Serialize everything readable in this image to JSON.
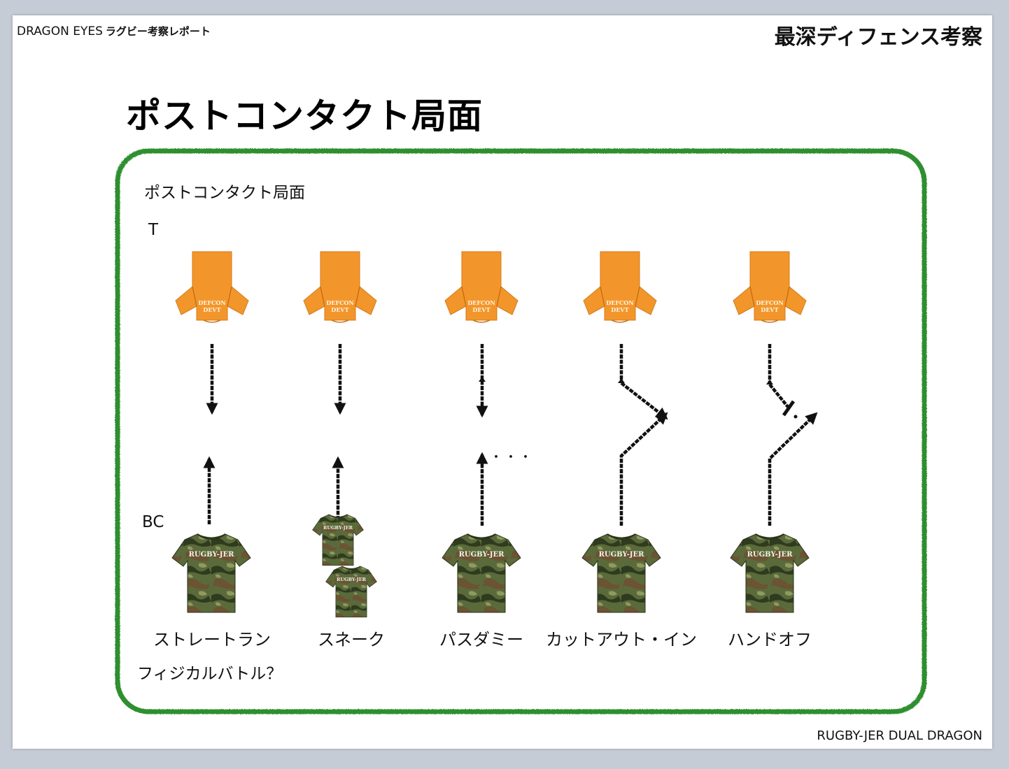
{
  "header": {
    "brand": "DRAGON EYES",
    "brand_sub": "ラグビー考察レポート",
    "top_title": "最深ディフェンス考察"
  },
  "slide_title": "ポストコンタクト局面",
  "panel": {
    "caption": "ポストコンタクト局面",
    "defender_label": "T",
    "carrier_label": "BC",
    "ellipsis": "・・・",
    "physical_note": "フィジカルバトル？"
  },
  "moves": [
    {
      "label": "ストレートラン"
    },
    {
      "label": "スネーク"
    },
    {
      "label": "パスダミー"
    },
    {
      "label": "カットアウト・イン"
    },
    {
      "label": "ハンドオフ"
    }
  ],
  "shirts": {
    "defender_text": "DEFCON DEVT",
    "carrier_text": "RUGBY-JER"
  },
  "colors": {
    "frame": "#2f8f2f",
    "defender_shirt": "#f2962c",
    "camo_base": "#5b6a3a",
    "camo_dark": "#2f3b1f",
    "camo_brown": "#6b5334",
    "camo_light": "#8e9a5e"
  },
  "footer": "RUGBY-JER DUAL DRAGON"
}
